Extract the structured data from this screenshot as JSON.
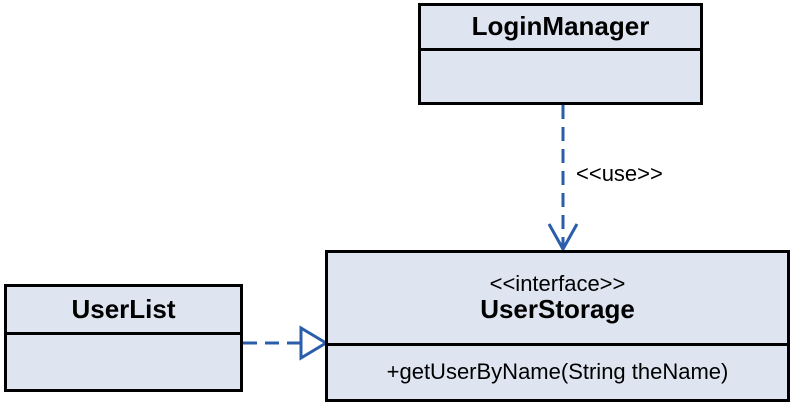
{
  "diagram": {
    "type": "uml-class-diagram",
    "title": "",
    "colors": {
      "class_fill": "#dee4f0",
      "class_border": "#000000",
      "connector": "#2a5daa",
      "arrow_fill": "#ffffff",
      "background": "#ffffff"
    }
  },
  "classes": [
    {
      "id": "loginmanager",
      "name": "LoginManager",
      "stereotype": "",
      "attributes": [],
      "operations": []
    },
    {
      "id": "userstorage",
      "name": "UserStorage",
      "stereotype": "<<interface>>",
      "attributes": [],
      "operations": [
        "+getUserByName(String theName)"
      ]
    },
    {
      "id": "userlist",
      "name": "UserList",
      "stereotype": "",
      "attributes": [],
      "operations": []
    }
  ],
  "relationships": [
    {
      "id": "use-dependency",
      "kind": "dependency",
      "label": "<<use>>",
      "from": "LoginManager",
      "to": "UserStorage",
      "line": "dashed",
      "arrowhead": "open"
    },
    {
      "id": "realization",
      "kind": "realization",
      "label": "",
      "from": "UserList",
      "to": "UserStorage",
      "line": "dashed",
      "arrowhead": "hollow-triangle"
    }
  ]
}
